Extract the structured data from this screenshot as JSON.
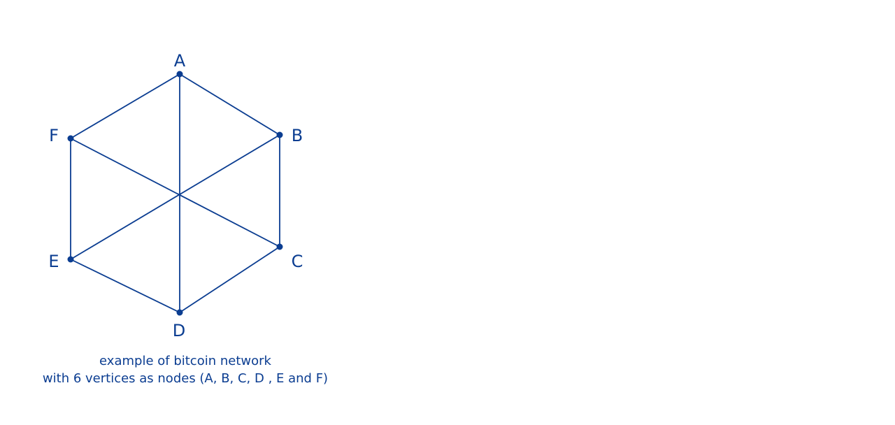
{
  "diagram": {
    "nodes": [
      {
        "id": "A",
        "label": "A"
      },
      {
        "id": "B",
        "label": "B"
      },
      {
        "id": "C",
        "label": "C"
      },
      {
        "id": "D",
        "label": "D"
      },
      {
        "id": "E",
        "label": "E"
      },
      {
        "id": "F",
        "label": "F"
      }
    ],
    "edges": [
      [
        "A",
        "B"
      ],
      [
        "B",
        "C"
      ],
      [
        "C",
        "D"
      ],
      [
        "D",
        "E"
      ],
      [
        "E",
        "F"
      ],
      [
        "F",
        "A"
      ],
      [
        "A",
        "D"
      ],
      [
        "B",
        "E"
      ],
      [
        "F",
        "C"
      ]
    ],
    "colors": {
      "primary": "#0b3d91",
      "background": "#ffffff"
    }
  },
  "caption": {
    "line1": "example of bitcoin network",
    "line2": "with 6 vertices as nodes (A, B, C, D , E and F)"
  }
}
